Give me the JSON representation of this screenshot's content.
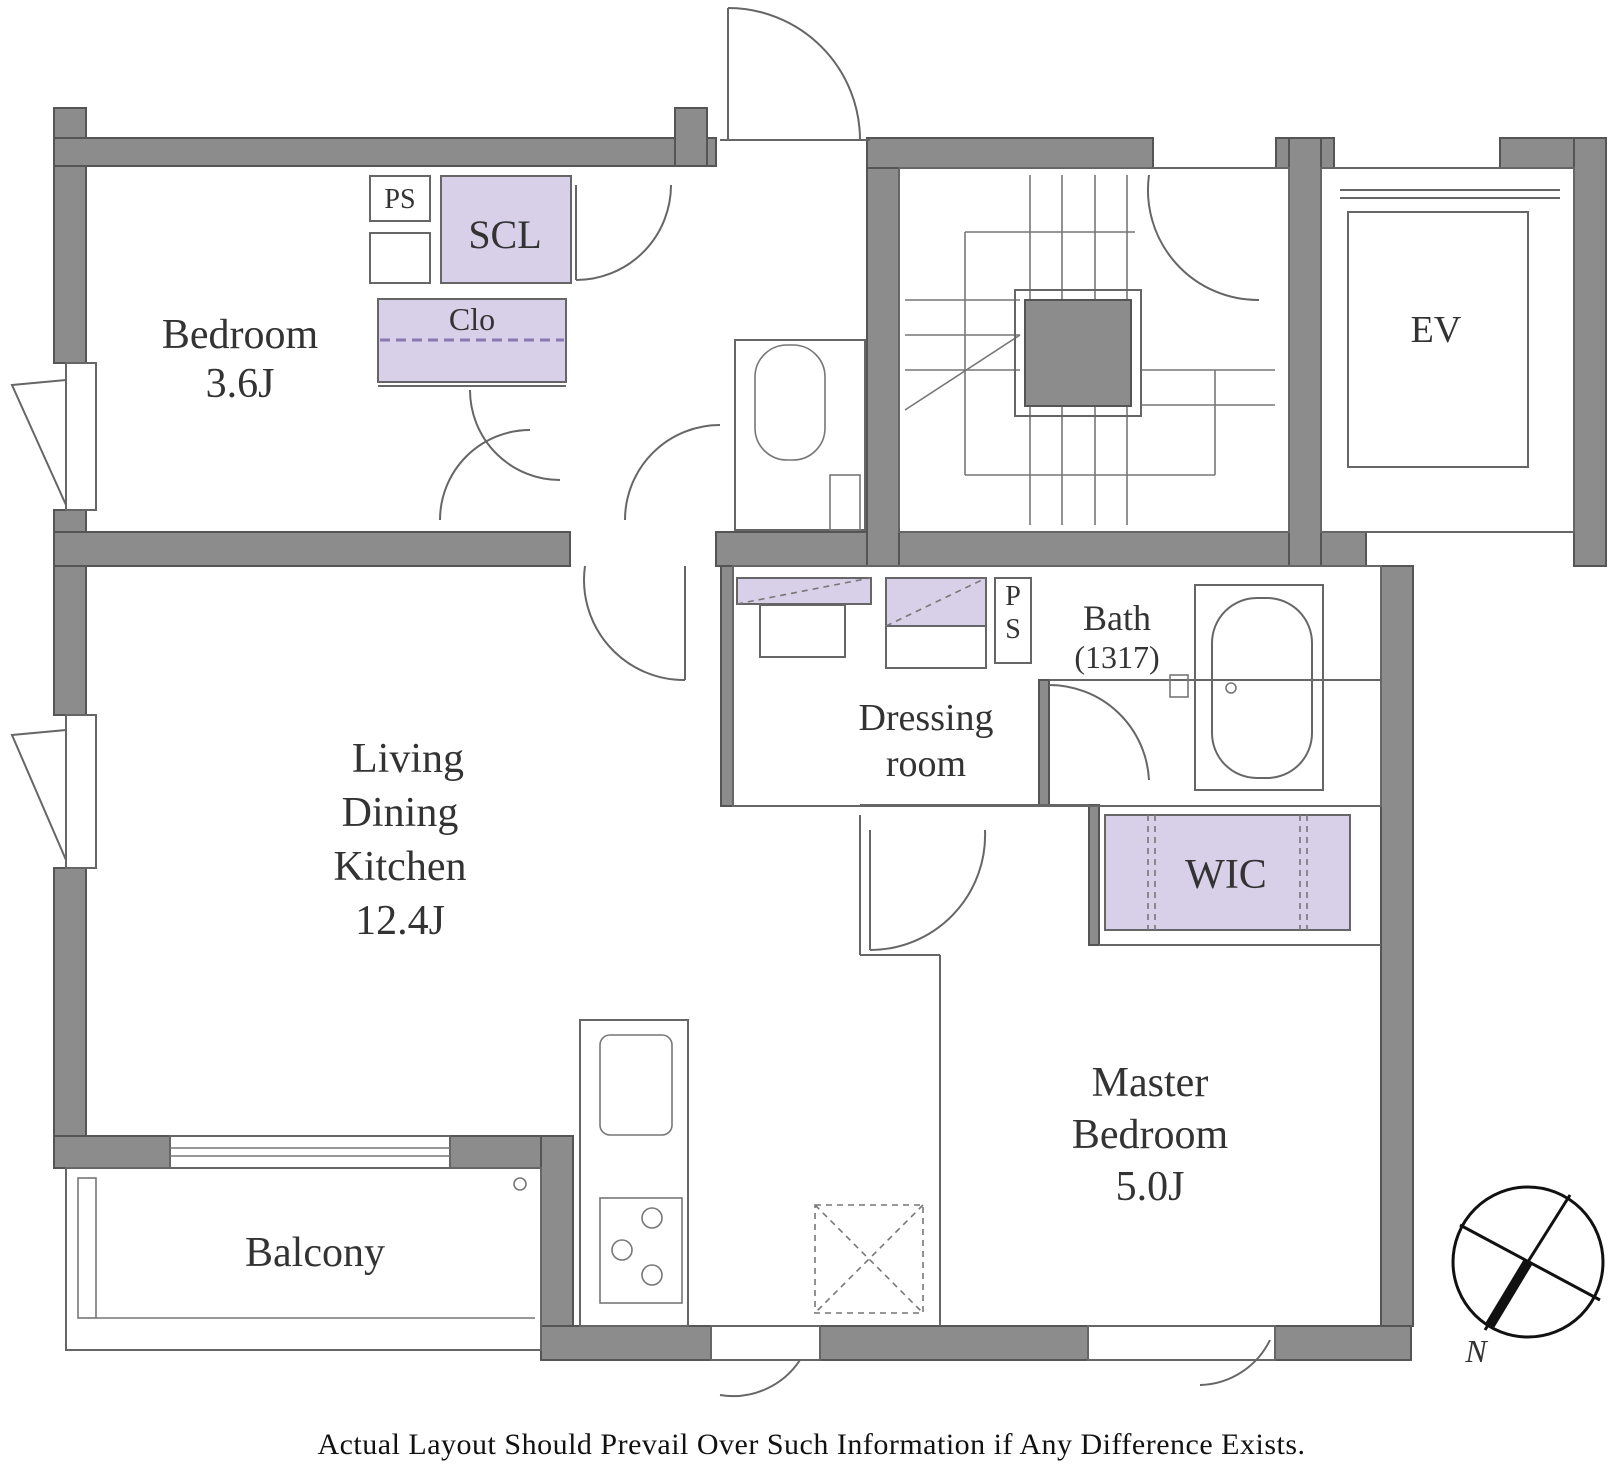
{
  "rooms": {
    "bedroom_small": {
      "name": "Bedroom",
      "size": "3.6J"
    },
    "ps_top": "PS",
    "scl": "SCL",
    "clo": "Clo",
    "ev": "EV",
    "ps_mid_1": "P",
    "ps_mid_2": "S",
    "bath": {
      "name": "Bath",
      "size": "(1317)"
    },
    "dressing": {
      "line1": "Dressing",
      "line2": "room"
    },
    "ldk": {
      "line1": "Living",
      "line2": "Dining",
      "line3": "Kitchen",
      "size": "12.4J"
    },
    "wic": "WIC",
    "master": {
      "line1": "Master",
      "line2": "Bedroom",
      "size": "5.0J"
    },
    "balcony": "Balcony"
  },
  "compass": {
    "label": "N",
    "icon": "north-arrow-icon"
  },
  "colors": {
    "wall": "#8c8c8c",
    "storage": "#d8d0e8",
    "line": "#666666"
  },
  "disclaimer": "Actual Layout Should Prevail Over Such Information if Any Difference Exists."
}
